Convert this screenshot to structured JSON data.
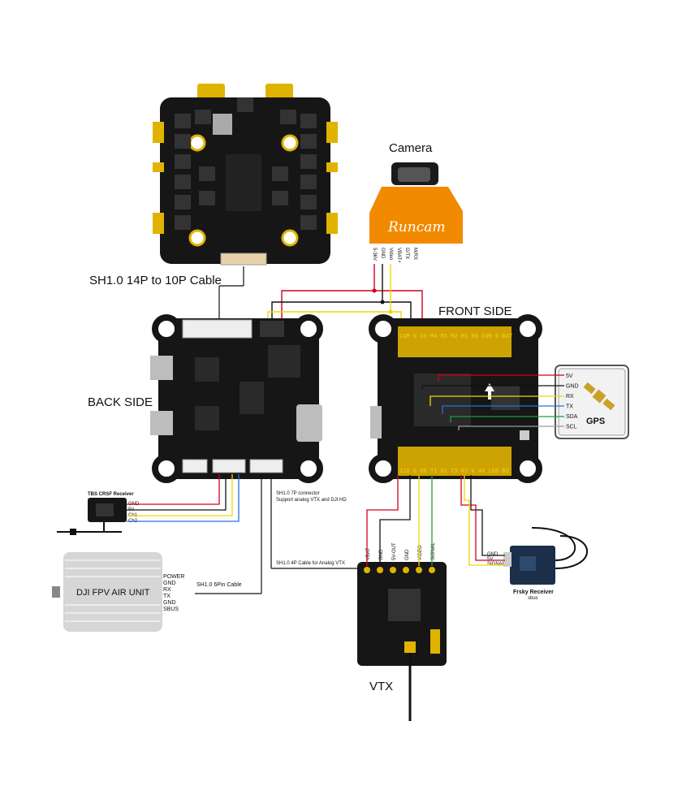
{
  "labels": {
    "camera": "Camera",
    "front_side": "FRONT SIDE",
    "back_side": "BACK SIDE",
    "vtx": "VTX",
    "esc_cable": "SH1.0 14P to 10P Cable",
    "dji_cable": "SH1.0 6Pin Cable",
    "sh7_line1": "SH1.0 7P connector",
    "sh7_line2": "Support analog VTX and DJI HD",
    "sh4": "SH1.0 4P Cable for Analog VTX",
    "tbs_title": "TBS CRSF Receiver",
    "dji_unit": "DJI FPV AIR UNIT",
    "frsky_line1": "Frsky Receiver",
    "frsky_line2": "sbus",
    "gps_label": "GPS",
    "camera_brand": "Runcam"
  },
  "camera_pins": [
    "5-36V",
    "GND",
    "Video",
    "VBAT+",
    "G/TX",
    "M/RX"
  ],
  "gps_pins": [
    "5V",
    "GND",
    "RX",
    "TX",
    "SDA",
    "SCL"
  ],
  "tbs_pins": [
    "GND",
    "5V",
    "Ch1",
    "Ch2"
  ],
  "dji_pins": [
    "POWER",
    "GND",
    "RX",
    "TX",
    "GND",
    "SBUS"
  ],
  "vtx_pins": [
    "VBAT",
    "GND",
    "5V-OUT",
    "GND",
    "VIDEO",
    "SIGNAL"
  ],
  "frsky_pins": [
    "GND",
    "5V",
    "SIGNAL"
  ],
  "fc_top_pads": "CAM G 5V M4 M3 M2 M1 R6 CUR G BAT",
  "fc_bottom_pads": "12V G VD T1 R1 T3 R3 G 4V LED BZ",
  "colors": {
    "red": "#d0021b",
    "black": "#111111",
    "yellow": "#f2d600",
    "blue": "#2a6fdb",
    "green": "#1f9d3a",
    "gray": "#9b9b9b",
    "board": "#161616",
    "pad": "#e0b300",
    "camera": "#f28a00"
  }
}
